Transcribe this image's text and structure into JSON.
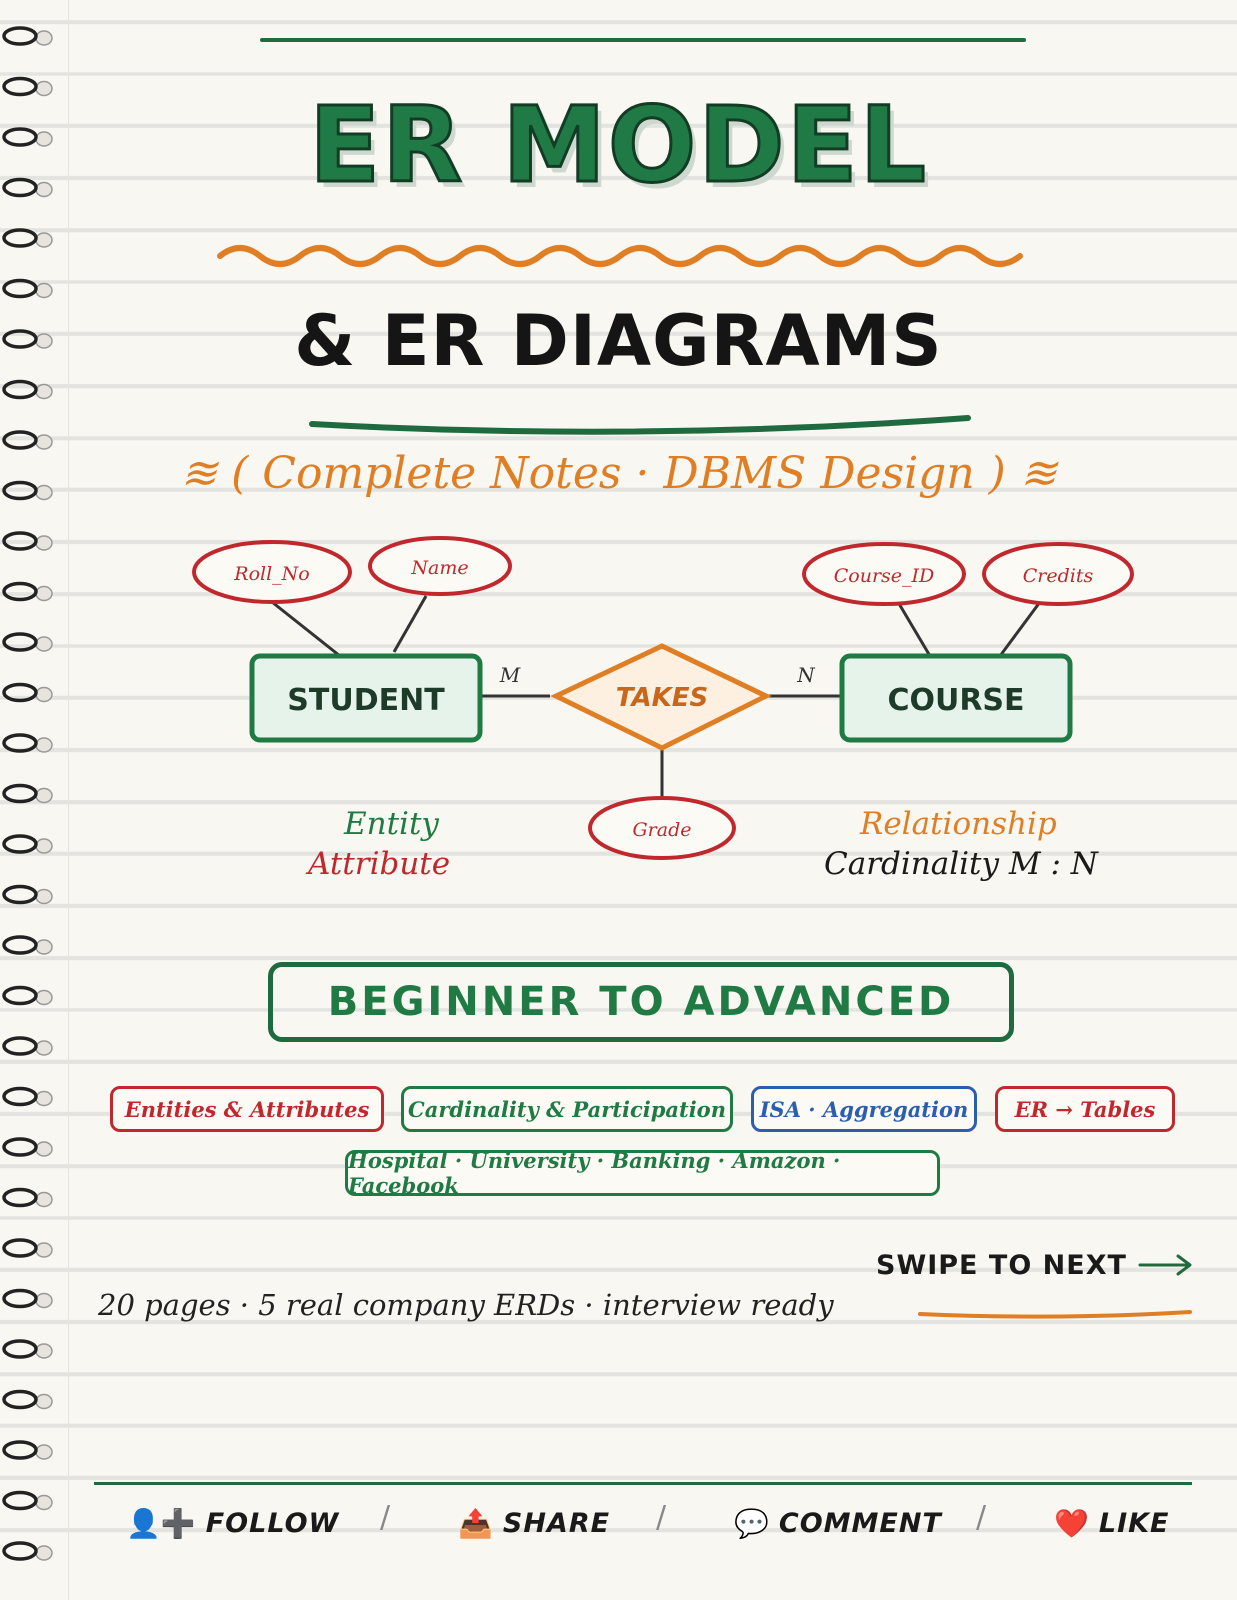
{
  "cover": {
    "title": "ER MODEL",
    "subtitle": "& ER DIAGRAMS",
    "tagline": "≋ ( Complete Notes · DBMS Design ) ≋"
  },
  "diagram": {
    "entities": [
      "STUDENT",
      "COURSE"
    ],
    "relationship": "TAKES",
    "attributes": [
      "Roll_No",
      "Name",
      "Course_ID",
      "Credits",
      "Grade"
    ],
    "cardinality_left": "M",
    "cardinality_right": "N"
  },
  "legend": {
    "entity": "Entity",
    "attribute": "Attribute",
    "relationship": "Relationship",
    "cardinality": "Cardinality M : N"
  },
  "level": "BEGINNER TO ADVANCED",
  "topics": [
    "Entities & Attributes",
    "Cardinality & Participation",
    "ISA · Aggregation",
    "ER → Tables",
    "Hospital · University · Banking · Amazon · Facebook"
  ],
  "stats": "20 pages · 5 real company ERDs · interview ready",
  "swipe": "SWIPE TO NEXT",
  "actions": [
    {
      "label": "FOLLOW",
      "icon": "follow-icon",
      "glyph": "👤➕"
    },
    {
      "label": "SHARE",
      "icon": "share-icon",
      "glyph": "📤"
    },
    {
      "label": "COMMENT",
      "icon": "comment-icon",
      "glyph": "💬"
    },
    {
      "label": "LIKE",
      "icon": "heart-icon",
      "glyph": "❤️"
    }
  ],
  "colors": {
    "green": "#1f6b3f",
    "orange": "#e07e24",
    "red": "#c0282d",
    "blue": "#2b5fae",
    "paper": "#f8f7f1"
  }
}
